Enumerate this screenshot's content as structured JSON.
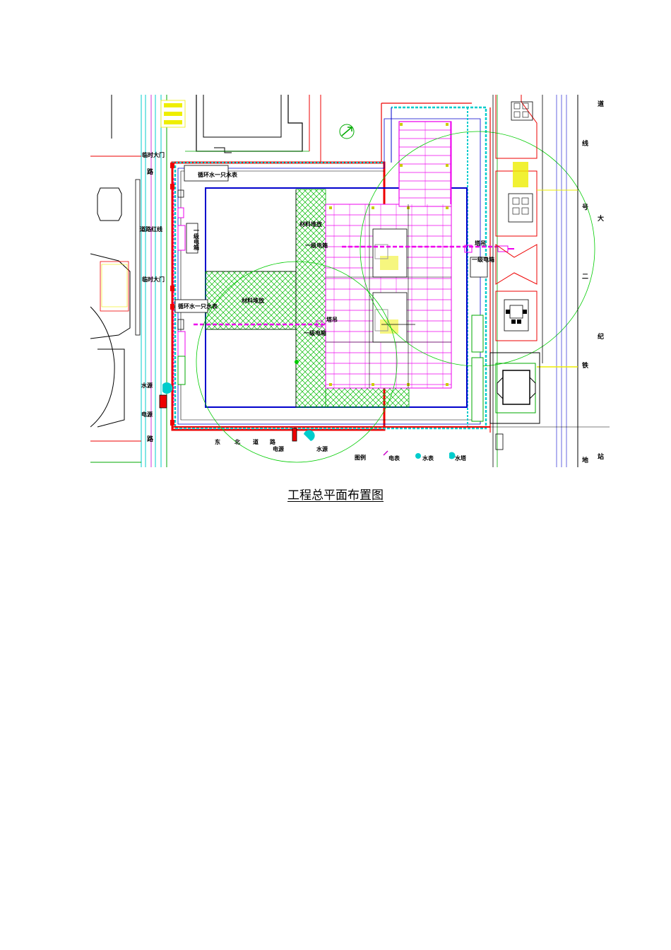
{
  "caption": "工程总平面布置图",
  "labels": {
    "temp_gate_top": "临时大门",
    "temp_gate_mid": "临时大门",
    "road_red_line": "道路红线",
    "water_source_left": "水源",
    "power_source_left": "电源",
    "water_source_bottom": "水源",
    "power_source_bottom": "电源",
    "storage_area_upper": "材料堆放",
    "storage_area_left": "材料堆放",
    "meter_box_top": "一级电箱",
    "meter_box_inner_upper": "一级电箱",
    "meter_box_inner_lower": "一级电箱",
    "meter_box_right": "一级电箱",
    "pipe_label_top": "循环水一只水表",
    "pipe_label_mid": "循环水一只水表",
    "tower_crane_right": "塔吊",
    "tower_crane_mid": "塔吊"
  },
  "roads": {
    "left_street_top": "路",
    "left_street_bottom": "路",
    "right_avenue": [
      "道",
      "线",
      "大",
      "号",
      "二",
      "纪",
      "铁",
      "地",
      "站"
    ],
    "bottom_road": [
      "东",
      "北",
      "道",
      "路"
    ]
  },
  "legend": {
    "title": "图例",
    "items": [
      {
        "label": "电表",
        "icon": "meter-icon",
        "color": "#cc00cc"
      },
      {
        "label": "水表",
        "icon": "water-meter-icon",
        "color": "#00cccc"
      },
      {
        "label": "水塔",
        "icon": "water-tower-icon",
        "color": "#00cccc"
      }
    ]
  },
  "colors": {
    "boundary_blue": "#0000cc",
    "wall_cyan": "#00cccc",
    "red_line": "#ee0000",
    "magenta_grid": "#ee00ee",
    "crane_circle": "#00cc00",
    "hatch_green": "#00bb00",
    "yellow_ctl": "#eeee00"
  }
}
